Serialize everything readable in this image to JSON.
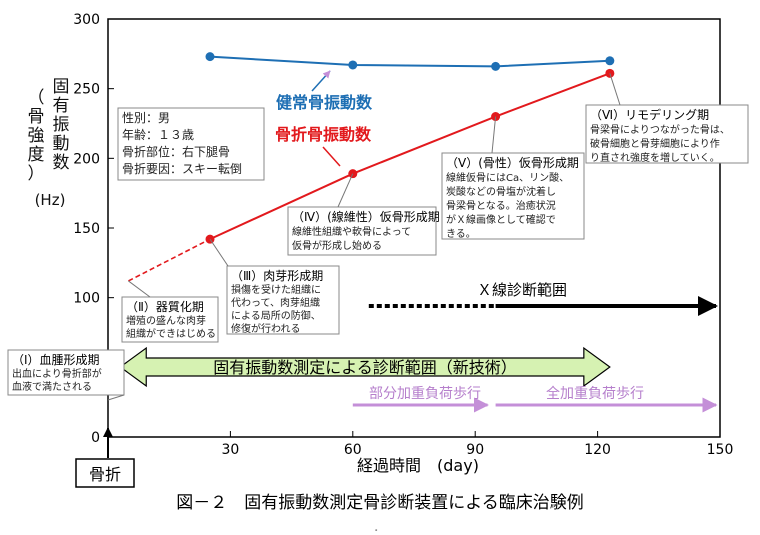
{
  "chart_data": {
    "type": "line",
    "title": "",
    "caption": "図－２　固有振動数測定骨診断装置による臨床治験例",
    "ylabel": [
      "固有振動数",
      "（骨強度）",
      "(Hz)"
    ],
    "xlabel": "経過時間　(day)",
    "xlim": [
      0,
      150
    ],
    "ylim": [
      0,
      300
    ],
    "x_ticks": [
      0,
      30,
      60,
      90,
      120,
      150
    ],
    "y_ticks": [
      0,
      100,
      150,
      200,
      250,
      300
    ],
    "grid": false,
    "series": [
      {
        "name": "健常骨振動数",
        "color": "#1e6fb4",
        "points": [
          [
            25,
            273
          ],
          [
            60,
            267
          ],
          [
            95,
            266
          ],
          [
            123,
            270
          ]
        ]
      },
      {
        "name": "骨折骨振動数",
        "color": "#e2191d",
        "points": [
          [
            25,
            142
          ],
          [
            60,
            189
          ],
          [
            95,
            230
          ],
          [
            123,
            261
          ]
        ],
        "dashed_points": [
          [
            5,
            112
          ],
          [
            25,
            142
          ]
        ]
      }
    ],
    "fracture_label": "骨折",
    "patient": [
      "性別：男",
      "年齢：１３歳",
      "骨折部位：右下腿骨",
      "骨折要因：スキー転倒"
    ],
    "phases": [
      {
        "title": "（Ⅰ）血腫形成期",
        "body": [
          "出血により骨折部が",
          "血液で満たされる"
        ]
      },
      {
        "title": "（Ⅱ）器質化期",
        "body": [
          "増殖の盛んな肉芽",
          "組織ができはじめる"
        ]
      },
      {
        "title": "（Ⅲ）肉芽形成期",
        "body": [
          "損傷を受けた組織に",
          "代わって、肉芽組織",
          "による局所の防御、",
          "修復が行われる"
        ]
      },
      {
        "title": "（Ⅳ）(線維性）仮骨形成期",
        "body": [
          "線維性組織や軟骨によって",
          "仮骨が形成し始める"
        ]
      },
      {
        "title": "（Ⅴ）(骨性）仮骨形成期",
        "body": [
          "線維仮骨にはCa、リン酸、",
          "炭酸などの骨塩が沈着し",
          "骨梁骨となる。治癒状況",
          "がＸ線画像として確認で",
          "きる。"
        ]
      },
      {
        "title": "（Ⅵ）リモデリング期",
        "body": [
          "骨梁骨によりつながった骨は、",
          "破骨細胞と骨芽細胞により作",
          "り直され強度を増していく。"
        ]
      }
    ],
    "ranges": {
      "xray": {
        "label": "Ｘ線診断範囲",
        "from": 60,
        "to": 150,
        "solid_from": 95
      },
      "new_tech": {
        "label": "固有振動数測定による診断範囲（新技術）",
        "from": 3,
        "to": 123
      },
      "partial_load": {
        "label": "部分加重負荷歩行",
        "from": 60,
        "to": 93
      },
      "full_load": {
        "label": "全加重負荷歩行",
        "from": 95,
        "to": 150
      }
    }
  }
}
